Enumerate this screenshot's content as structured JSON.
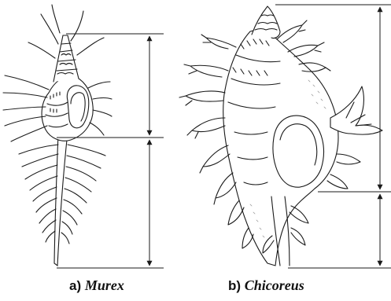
{
  "figure": {
    "panels": [
      {
        "letter": "a)",
        "genus": "Murex",
        "shell_icon": "murex-shell-icon"
      },
      {
        "letter": "b)",
        "genus": "Chicoreus",
        "shell_icon": "chicoreus-shell-icon"
      }
    ],
    "colors": {
      "ink": "#1a1a1a",
      "paper": "#ffffff",
      "shade": "#bdbdbd"
    }
  }
}
